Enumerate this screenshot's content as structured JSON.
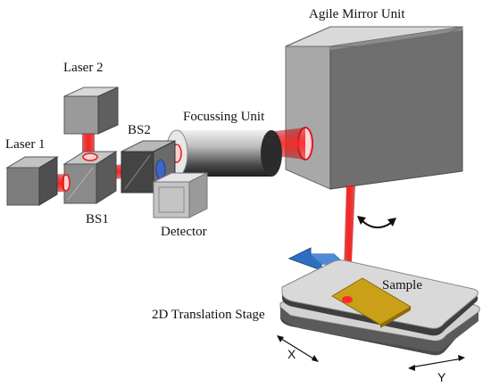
{
  "labels": {
    "agile_mirror": "Agile Mirror Unit",
    "laser2": "Laser 2",
    "bs2": "BS2",
    "focussing": "Focussing Unit",
    "laser1": "Laser 1",
    "bs1": "BS1",
    "detector": "Detector",
    "sample": "Sample",
    "stage": "2D Translation Stage",
    "x_axis": "X",
    "y_axis": "Y"
  },
  "colors": {
    "beam": "#e21a1a",
    "beam_glow": "#ff6b6b",
    "cube_front": "#8e8e8e",
    "cube_top": "#cfcfcf",
    "cube_side": "#5c5c5c",
    "sample": "#c9a018",
    "arrow": "#2f6fc0",
    "stage_top": "#d6d6d6",
    "stage_side": "#4a4a4a"
  },
  "icons": {
    "move_arrow": "blue-arrow-icon",
    "rotate_arrow": "curved-double-arrow-icon"
  }
}
